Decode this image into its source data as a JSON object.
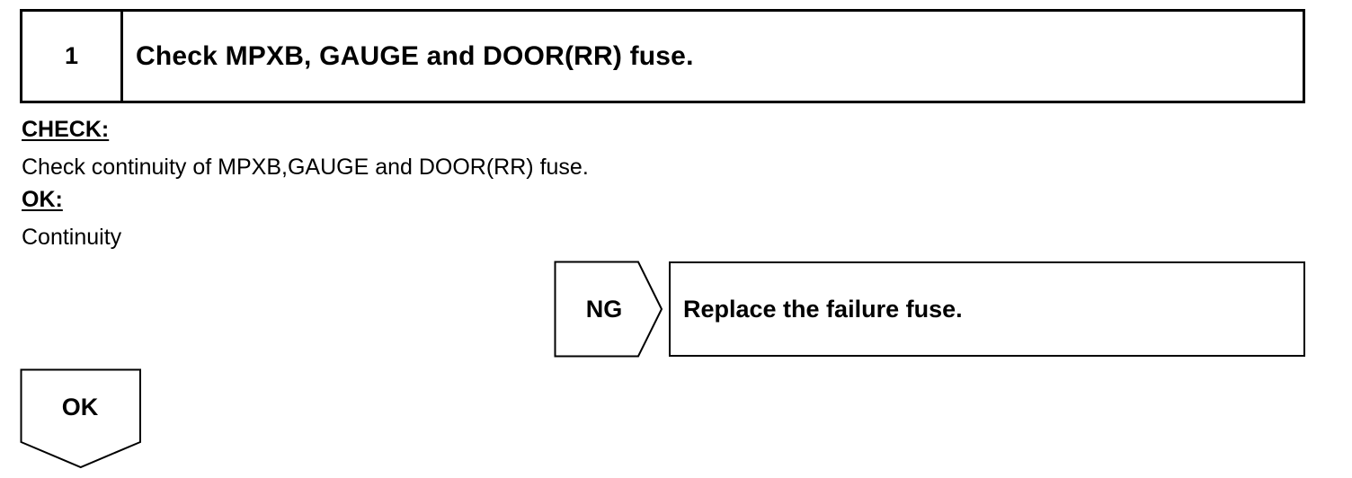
{
  "step": {
    "number": "1",
    "title": "Check MPXB, GAUGE and DOOR(RR) fuse."
  },
  "check": {
    "label": "CHECK:",
    "text": "Check continuity of MPXB,GAUGE and DOOR(RR) fuse."
  },
  "ok": {
    "label": "OK:",
    "text": "Continuity"
  },
  "ng_branch": {
    "label": "NG",
    "action": "Replace the failure fuse."
  },
  "ok_branch": {
    "label": "OK"
  }
}
